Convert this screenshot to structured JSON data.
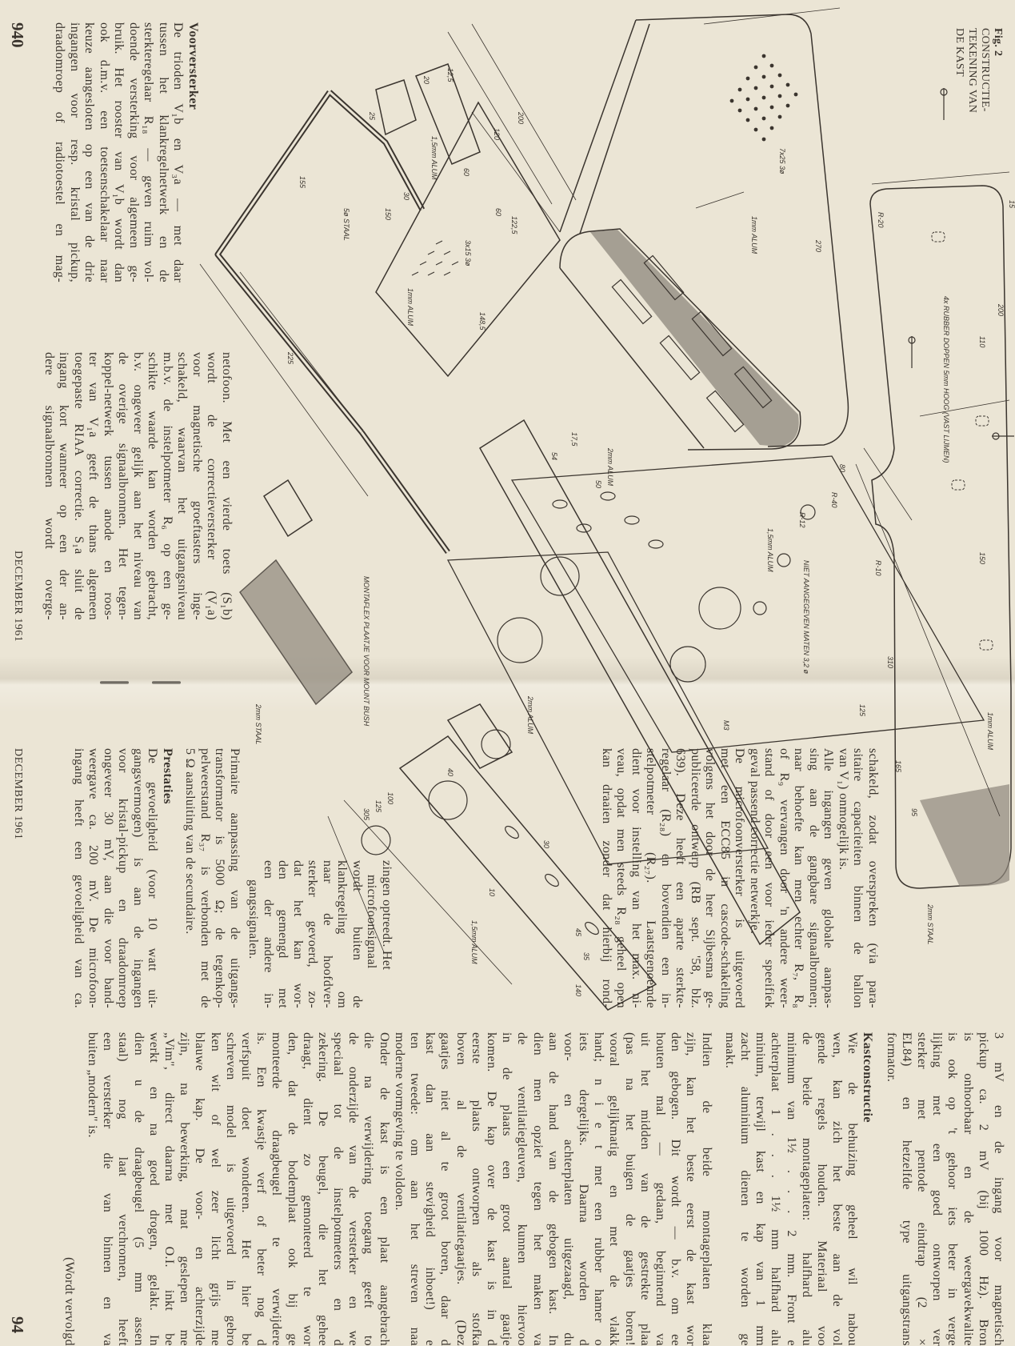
{
  "left_page": {
    "page_number": "940",
    "footer": "DECEMBER 1961",
    "figure_caption": [
      "Fig. 2",
      "CONSTRUCTIE-",
      "TEKENING VAN",
      "DE KAST"
    ],
    "col1": [
      {
        "t": "Voorversterker",
        "h": 1
      },
      {
        "t": "De trioden V₁b en V₃a — met daar"
      },
      {
        "t": "tussen het klankregelnetwerk en de"
      },
      {
        "t": "sterkteregelaar R₁₈ — geven ruim vol-"
      },
      {
        "t": "doende versterking voor algemeen ge-"
      },
      {
        "t": "bruik. Het rooster van V₁b wordt dan"
      },
      {
        "t": "ook d.m.v. een toetsenschakelaar naar"
      },
      {
        "t": "keuze aangesloten op een van de drie"
      },
      {
        "t": "ingangen voor resp. kristal pickup,"
      },
      {
        "t": "draadomroep of radiotoestel en mag-"
      }
    ],
    "col2": [
      {
        "t": "netofoon. Met een vierde toets (S₁b)"
      },
      {
        "t": "wordt de correctieversterker (V₁a)"
      },
      {
        "t": "voor magnetische groeftasters inge-"
      },
      {
        "t": "schakeld, waarvan het uitgangsniveau"
      },
      {
        "t": "m.b.v. de instelpotmeter R₆ op een ge-"
      },
      {
        "t": "schikte waarde kan worden gebracht,"
      },
      {
        "t": "b.v. ongeveer gelijk aan het niveau van"
      },
      {
        "t": "de overige signaalbronnen. Het tegen-"
      },
      {
        "t": "koppel-netwerk tussen anode en roos-"
      },
      {
        "t": "ter van V₁a geeft de thans algemeen"
      },
      {
        "t": "toegepaste RIAA correctie. S₁a sluit de"
      },
      {
        "t": "ingang kort wanneer op een der an-"
      },
      {
        "t": "dere signaalbronnen wordt overge-"
      }
    ]
  },
  "right_page": {
    "page_number": "94",
    "footer": "DECEMBER 1961",
    "colA_top": [
      {
        "t": "schakeld, zodat overspreken (via para-"
      },
      {
        "t": "sitaire capaciteiten binnen de ballon"
      },
      {
        "t": "van V₁) onmogelijk is.",
        "e": 1
      },
      {
        "t": "Alle ingangen geven globale aanpas-"
      },
      {
        "t": "sing aan de gangbare signaalbronnen;"
      },
      {
        "t": "naar behoefte kan men echter R₇, R₈"
      },
      {
        "t": "of R₉ vervangen door 'n andere weer-"
      },
      {
        "t": "stand of door een voor ieder speeifiek"
      },
      {
        "t": "geval passend correctie netwerkje.",
        "e": 1
      },
      {
        "t": "De microfoonversterker is uitgevoerd"
      },
      {
        "t": "met een ECC85 in cascode-schakeling"
      },
      {
        "t": "volgens het door de heer Sijbesma ge-"
      },
      {
        "t": "publiceerde ontwerp (RB sept. '58, blz."
      },
      {
        "t": "639). Deze heeft een aparte sterkte-"
      },
      {
        "t": "regelaar (R₂₈) en bovendien een in-"
      },
      {
        "t": "stelpotmeter (R₂₇). Laatstgenoemde"
      },
      {
        "t": "dient voor instelling van het max. ni-"
      },
      {
        "t": "veau, opdat men steeds R₂₈ geheel open"
      },
      {
        "t": "kan draaien zonder dat hierbij rond-"
      }
    ],
    "colA_mid": [
      {
        "t": "zingen optreedt. Het",
        "e": 1
      },
      {
        "t": "microfoonsignaal",
        "e": 1
      },
      {
        "t": "wordt buiten de"
      },
      {
        "t": "klankregeling om"
      },
      {
        "t": "naar de hoofdver-"
      },
      {
        "t": "sterker gevoerd, zo-"
      },
      {
        "t": "dat het kan wor-"
      },
      {
        "t": "den gemengd met"
      },
      {
        "t": "een der andere in-"
      },
      {
        "t": "gangssignalen.",
        "e": 1
      }
    ],
    "colA_bottom": [
      {
        "t": "Primaire aanpassing van de uitgangs-"
      },
      {
        "t": "transformator is 5000 Ω; de tegenkop-"
      },
      {
        "t": "pelweerstand R₃₇ is verbonden met de"
      },
      {
        "t": "5 Ω aansluiting van de secundaire.",
        "e": 1
      },
      {
        "t": "Prestaties",
        "h": 1,
        "gap": 1
      },
      {
        "t": "De gevoeligheid (voor 10 watt uit-"
      },
      {
        "t": "gangsvermogen) is aan de ingangen"
      },
      {
        "t": "voor kristal-pickup en draadomroep"
      },
      {
        "t": "ongeveer 30 mV, aan die voor band-"
      },
      {
        "t": "weergave ca. 200 mV. De microfoon-"
      },
      {
        "t": "ingang heeft een gevoeligheid van ca."
      }
    ],
    "colB": [
      {
        "t": "3 mV en de ingang voor magnetisch"
      },
      {
        "t": "pickup ca. 2 mV (bij 1000 Hz). Bron"
      },
      {
        "t": "is onhoorbaar en de weergavekwalite"
      },
      {
        "t": "is ook op 't gehoor iets beter in verge"
      },
      {
        "t": "lijking met een goed ontworpen ver"
      },
      {
        "t": "sterker met pentode eindtrap (2 ×"
      },
      {
        "t": "EL84) en hetzelfde type uitgangstrans"
      },
      {
        "t": "formator.",
        "e": 1
      },
      {
        "t": "Kastconstructie",
        "h": 1,
        "gap": 1
      },
      {
        "t": "Wie de behuizing geheel wil nabou"
      },
      {
        "t": "wen, kan zich het beste aan de vol"
      },
      {
        "t": "gende regels houden. Materiaal voo"
      },
      {
        "t": "de beide montageplaten: halfhard alu"
      },
      {
        "t": "minimum van 1½ . . . 2 mm. Front e"
      },
      {
        "t": "achterplaat 1 . . . 1½ mm halfhard alu"
      },
      {
        "t": "minium, terwijl kast en kap van 1 mm"
      },
      {
        "t": "zacht aluminium dienen te worden ge"
      },
      {
        "t": "maakt.",
        "e": 1
      },
      {
        "t": "Indien de beide montageplaten klaa",
        "gap": 1
      },
      {
        "t": "zijn, kan het beste eerst de kast wor"
      },
      {
        "t": "den gebogen. Dit wordt — b.v. om ee"
      },
      {
        "t": "houten mal — gedaan, beginnend va"
      },
      {
        "t": "uit het midden van de gestrekte plaa"
      },
      {
        "t": "(pas na het buigen de gaatjes boren!"
      },
      {
        "t": "vooral gelijkmatig en met de vlakk"
      },
      {
        "t": "hand; n i e t met een rubber hamer o"
      },
      {
        "t": "iets dergelijks. Daarna worden d"
      },
      {
        "t": "voor- en achterplaten uitgezaagd, du"
      },
      {
        "t": "aan de hand van de gebogen kast. In"
      },
      {
        "t": "dien men opziet tegen het maken va"
      },
      {
        "t": "de ventilatiegleuven, kunnen hiervoo"
      },
      {
        "t": "in de plaats een groot aantal gaatje"
      },
      {
        "t": "komen. De kap over de kast is in d"
      },
      {
        "t": "eerste plaats ontworpen als stofka"
      },
      {
        "t": "boven al de ventilatiegaatjes. (Dez"
      },
      {
        "t": "gaatjes niet al te groot boren, daar d"
      },
      {
        "t": "kast dan aan stevigheid inboet!) e"
      },
      {
        "t": "ten tweede: om aan het streven naa"
      },
      {
        "t": "moderne vormgeving te voldoen.",
        "e": 1
      },
      {
        "t": "Onder de kast is een plaat aangebrach"
      },
      {
        "t": "die na verwijdering toegang geeft to"
      },
      {
        "t": "de onderzijde van de versterker en we"
      },
      {
        "t": "speciaal tot de instelpotmeters en d"
      },
      {
        "t": "zekering. De beugel, die het gehee"
      },
      {
        "t": "draagt, dient zo gemonteerd te wor"
      },
      {
        "t": "den, dat de bodemplaat ook bij ge"
      },
      {
        "t": "monteerde draagbeugel te verwijdere"
      },
      {
        "t": "is. Een kwastje verf of beter nog d"
      },
      {
        "t": "verfspuit doet wonderen. Het hier be"
      },
      {
        "t": "schreven model is uitgevoerd in gebro"
      },
      {
        "t": "ken wit of wel zeer licht grijs me"
      },
      {
        "t": "blauwe kap. De voor- en achterzijde"
      },
      {
        "t": "zijn, na bewerking, mat geslepen me"
      },
      {
        "t": "„Vim\", direct daarna met O.I. inkt be"
      },
      {
        "t": "werkt en na goed drogen, gelakt. In"
      },
      {
        "t": "dien u de draagbeugel (5 mm assen"
      },
      {
        "t": "staal) nog laat verchromen, heeft"
      },
      {
        "t": "een versterker die van binnen en va"
      },
      {
        "t": "buiten „modern\" is.",
        "e": 1
      },
      {
        "t": "(Wordt vervolgd",
        "right": 1,
        "gap": 1
      }
    ]
  },
  "drawing": {
    "labels": [
      "200",
      "120",
      "60",
      "60",
      "122,5",
      "12,5",
      "20",
      "25",
      "155",
      "150",
      "30",
      "225",
      "148,5",
      "5ø STAAL",
      "1,5mm ALUM",
      "1mm ALUM",
      "1mm ALUM",
      "7x25 3ø",
      "3x15 3ø",
      "270",
      "R-20",
      "110",
      "15",
      "200",
      "4x RUBBER DOPPEN 5mm HOOG (VAST LIJMEN)",
      "80",
      "R-40",
      "R-10",
      "R-12",
      "150",
      "310",
      "1,5mm ALUM",
      "NIET AANGEGEVEN MATEN 3,2 ø",
      "1mm ALUM",
      "2mm ALUM",
      "2mm ALUM",
      "MONTAFLEX PLAATJE VOOR MOUNT BUSH",
      "2mm STAAL",
      "M3",
      "125",
      "165",
      "54",
      "50",
      "17,5",
      "2mm STAAL",
      "40",
      "305",
      "125",
      "100",
      "140",
      "45",
      "35",
      "10",
      "30",
      "1,5mm ALUM",
      "95"
    ]
  }
}
